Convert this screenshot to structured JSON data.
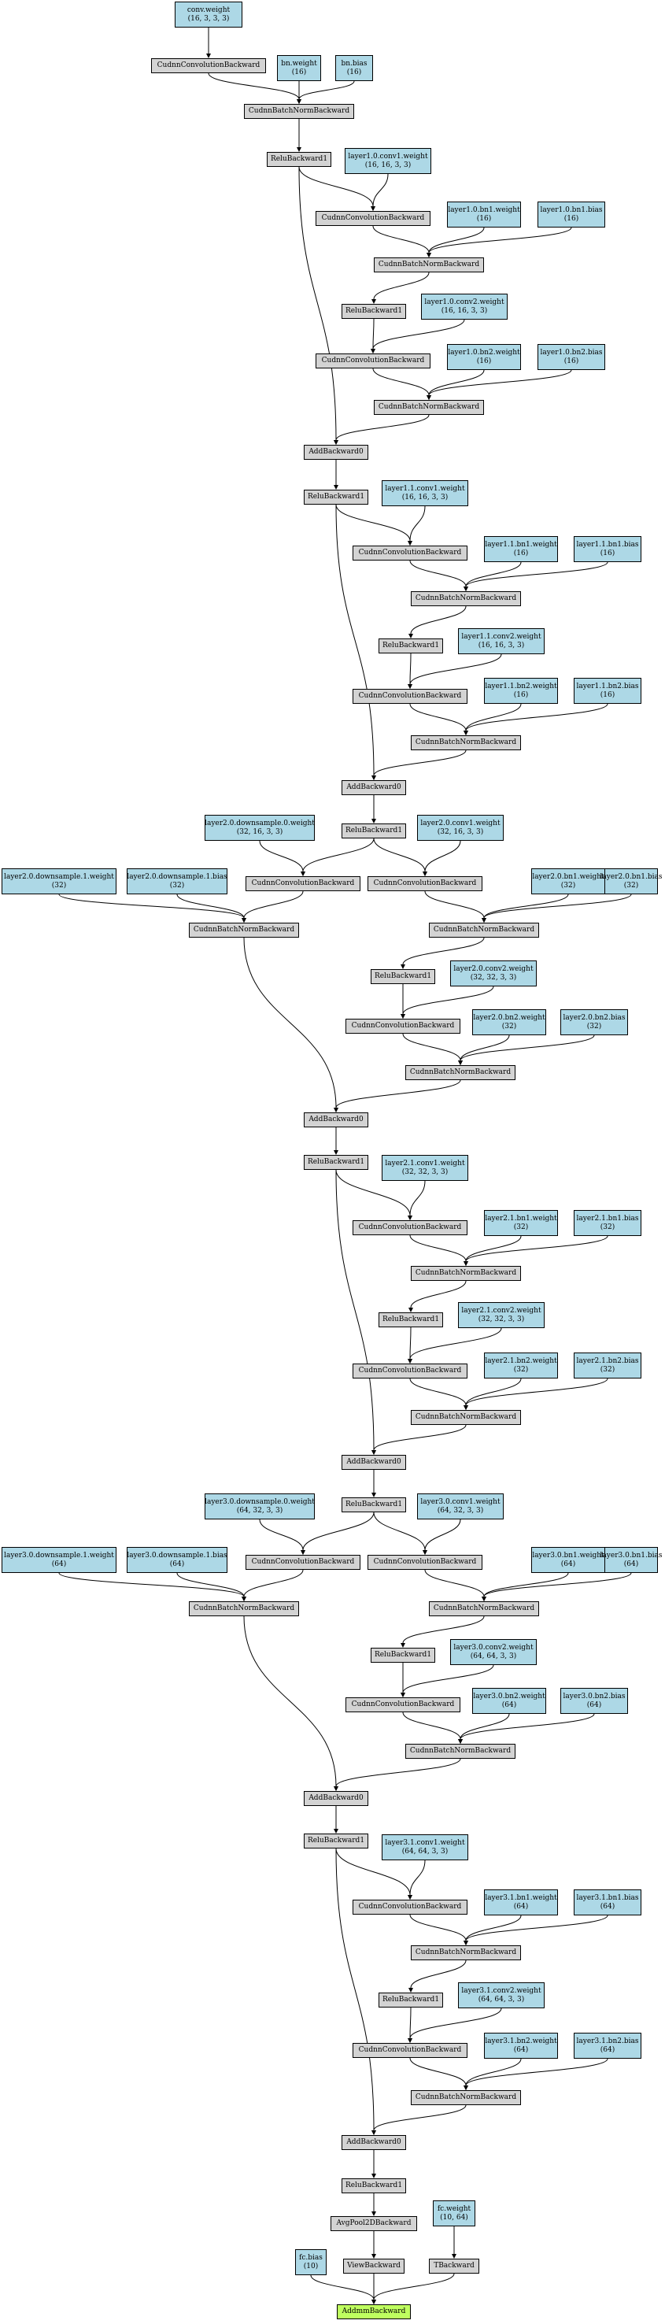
{
  "nodes": [
    {
      "id": "conv1w",
      "kind": "param",
      "lines": [
        "conv.weight",
        "(16, 3, 3, 3)"
      ]
    },
    {
      "id": "c0",
      "kind": "op",
      "lines": [
        "CudnnConvolutionBackward"
      ]
    },
    {
      "id": "bnw",
      "kind": "param",
      "lines": [
        "bn.weight",
        "(16)"
      ]
    },
    {
      "id": "bnb",
      "kind": "param",
      "lines": [
        "bn.bias",
        "(16)"
      ]
    },
    {
      "id": "b0",
      "kind": "op",
      "lines": [
        "CudnnBatchNormBackward"
      ]
    },
    {
      "id": "r0",
      "kind": "op",
      "lines": [
        "ReluBackward1"
      ]
    },
    {
      "id": "l10c1w",
      "kind": "param",
      "lines": [
        "layer1.0.conv1.weight",
        "(16, 16, 3, 3)"
      ]
    },
    {
      "id": "l10c1",
      "kind": "op",
      "lines": [
        "CudnnConvolutionBackward"
      ]
    },
    {
      "id": "l10bn1w",
      "kind": "param",
      "lines": [
        "layer1.0.bn1.weight",
        "(16)"
      ]
    },
    {
      "id": "l10bn1b",
      "kind": "param",
      "lines": [
        "layer1.0.bn1.bias",
        "(16)"
      ]
    },
    {
      "id": "l10b1",
      "kind": "op",
      "lines": [
        "CudnnBatchNormBackward"
      ]
    },
    {
      "id": "l10r",
      "kind": "op",
      "lines": [
        "ReluBackward1"
      ]
    },
    {
      "id": "l10c2w",
      "kind": "param",
      "lines": [
        "layer1.0.conv2.weight",
        "(16, 16, 3, 3)"
      ]
    },
    {
      "id": "l10c2",
      "kind": "op",
      "lines": [
        "CudnnConvolutionBackward"
      ]
    },
    {
      "id": "l10bn2w",
      "kind": "param",
      "lines": [
        "layer1.0.bn2.weight",
        "(16)"
      ]
    },
    {
      "id": "l10bn2b",
      "kind": "param",
      "lines": [
        "layer1.0.bn2.bias",
        "(16)"
      ]
    },
    {
      "id": "l10b2",
      "kind": "op",
      "lines": [
        "CudnnBatchNormBackward"
      ]
    },
    {
      "id": "a1",
      "kind": "op",
      "lines": [
        "AddBackward0"
      ]
    },
    {
      "id": "r1",
      "kind": "op",
      "lines": [
        "ReluBackward1"
      ]
    },
    {
      "id": "l11c1w",
      "kind": "param",
      "lines": [
        "layer1.1.conv1.weight",
        "(16, 16, 3, 3)"
      ]
    },
    {
      "id": "l11c1",
      "kind": "op",
      "lines": [
        "CudnnConvolutionBackward"
      ]
    },
    {
      "id": "l11bn1w",
      "kind": "param",
      "lines": [
        "layer1.1.bn1.weight",
        "(16)"
      ]
    },
    {
      "id": "l11bn1b",
      "kind": "param",
      "lines": [
        "layer1.1.bn1.bias",
        "(16)"
      ]
    },
    {
      "id": "l11b1",
      "kind": "op",
      "lines": [
        "CudnnBatchNormBackward"
      ]
    },
    {
      "id": "l11r",
      "kind": "op",
      "lines": [
        "ReluBackward1"
      ]
    },
    {
      "id": "l11c2w",
      "kind": "param",
      "lines": [
        "layer1.1.conv2.weight",
        "(16, 16, 3, 3)"
      ]
    },
    {
      "id": "l11c2",
      "kind": "op",
      "lines": [
        "CudnnConvolutionBackward"
      ]
    },
    {
      "id": "l11bn2w",
      "kind": "param",
      "lines": [
        "layer1.1.bn2.weight",
        "(16)"
      ]
    },
    {
      "id": "l11bn2b",
      "kind": "param",
      "lines": [
        "layer1.1.bn2.bias",
        "(16)"
      ]
    },
    {
      "id": "l11b2",
      "kind": "op",
      "lines": [
        "CudnnBatchNormBackward"
      ]
    },
    {
      "id": "a2",
      "kind": "op",
      "lines": [
        "AddBackward0"
      ]
    },
    {
      "id": "r2",
      "kind": "op",
      "lines": [
        "ReluBackward1"
      ]
    },
    {
      "id": "l20ds0w",
      "kind": "param",
      "lines": [
        "layer2.0.downsample.0.weight",
        "(32, 16, 3, 3)"
      ]
    },
    {
      "id": "l20c1w",
      "kind": "param",
      "lines": [
        "layer2.0.conv1.weight",
        "(32, 16, 3, 3)"
      ]
    },
    {
      "id": "l20ds1w",
      "kind": "param",
      "lines": [
        "layer2.0.downsample.1.weight",
        "(32)"
      ]
    },
    {
      "id": "l20ds1b",
      "kind": "param",
      "lines": [
        "layer2.0.downsample.1.bias",
        "(32)"
      ]
    },
    {
      "id": "l20dsc",
      "kind": "op",
      "lines": [
        "CudnnConvolutionBackward"
      ]
    },
    {
      "id": "l20c1",
      "kind": "op",
      "lines": [
        "CudnnConvolutionBackward"
      ]
    },
    {
      "id": "l20bn1w",
      "kind": "param",
      "lines": [
        "layer2.0.bn1.weight",
        "(32)"
      ]
    },
    {
      "id": "l20bn1b",
      "kind": "param",
      "lines": [
        "layer2.0.bn1.bias",
        "(32)"
      ]
    },
    {
      "id": "l20dsb",
      "kind": "op",
      "lines": [
        "CudnnBatchNormBackward"
      ]
    },
    {
      "id": "l20b1",
      "kind": "op",
      "lines": [
        "CudnnBatchNormBackward"
      ]
    },
    {
      "id": "l20r",
      "kind": "op",
      "lines": [
        "ReluBackward1"
      ]
    },
    {
      "id": "l20c2w",
      "kind": "param",
      "lines": [
        "layer2.0.conv2.weight",
        "(32, 32, 3, 3)"
      ]
    },
    {
      "id": "l20c2",
      "kind": "op",
      "lines": [
        "CudnnConvolutionBackward"
      ]
    },
    {
      "id": "l20bn2w",
      "kind": "param",
      "lines": [
        "layer2.0.bn2.weight",
        "(32)"
      ]
    },
    {
      "id": "l20bn2b",
      "kind": "param",
      "lines": [
        "layer2.0.bn2.bias",
        "(32)"
      ]
    },
    {
      "id": "l20b2",
      "kind": "op",
      "lines": [
        "CudnnBatchNormBackward"
      ]
    },
    {
      "id": "a3",
      "kind": "op",
      "lines": [
        "AddBackward0"
      ]
    },
    {
      "id": "r3",
      "kind": "op",
      "lines": [
        "ReluBackward1"
      ]
    },
    {
      "id": "l21c1w",
      "kind": "param",
      "lines": [
        "layer2.1.conv1.weight",
        "(32, 32, 3, 3)"
      ]
    },
    {
      "id": "l21c1",
      "kind": "op",
      "lines": [
        "CudnnConvolutionBackward"
      ]
    },
    {
      "id": "l21bn1w",
      "kind": "param",
      "lines": [
        "layer2.1.bn1.weight",
        "(32)"
      ]
    },
    {
      "id": "l21bn1b",
      "kind": "param",
      "lines": [
        "layer2.1.bn1.bias",
        "(32)"
      ]
    },
    {
      "id": "l21b1",
      "kind": "op",
      "lines": [
        "CudnnBatchNormBackward"
      ]
    },
    {
      "id": "l21r",
      "kind": "op",
      "lines": [
        "ReluBackward1"
      ]
    },
    {
      "id": "l21c2w",
      "kind": "param",
      "lines": [
        "layer2.1.conv2.weight",
        "(32, 32, 3, 3)"
      ]
    },
    {
      "id": "l21c2",
      "kind": "op",
      "lines": [
        "CudnnConvolutionBackward"
      ]
    },
    {
      "id": "l21bn2w",
      "kind": "param",
      "lines": [
        "layer2.1.bn2.weight",
        "(32)"
      ]
    },
    {
      "id": "l21bn2b",
      "kind": "param",
      "lines": [
        "layer2.1.bn2.bias",
        "(32)"
      ]
    },
    {
      "id": "l21b2",
      "kind": "op",
      "lines": [
        "CudnnBatchNormBackward"
      ]
    },
    {
      "id": "a4",
      "kind": "op",
      "lines": [
        "AddBackward0"
      ]
    },
    {
      "id": "r4",
      "kind": "op",
      "lines": [
        "ReluBackward1"
      ]
    },
    {
      "id": "l30ds0w",
      "kind": "param",
      "lines": [
        "layer3.0.downsample.0.weight",
        "(64, 32, 3, 3)"
      ]
    },
    {
      "id": "l30c1w",
      "kind": "param",
      "lines": [
        "layer3.0.conv1.weight",
        "(64, 32, 3, 3)"
      ]
    },
    {
      "id": "l30ds1w",
      "kind": "param",
      "lines": [
        "layer3.0.downsample.1.weight",
        "(64)"
      ]
    },
    {
      "id": "l30ds1b",
      "kind": "param",
      "lines": [
        "layer3.0.downsample.1.bias",
        "(64)"
      ]
    },
    {
      "id": "l30dsc",
      "kind": "op",
      "lines": [
        "CudnnConvolutionBackward"
      ]
    },
    {
      "id": "l30c1",
      "kind": "op",
      "lines": [
        "CudnnConvolutionBackward"
      ]
    },
    {
      "id": "l30bn1w",
      "kind": "param",
      "lines": [
        "layer3.0.bn1.weight",
        "(64)"
      ]
    },
    {
      "id": "l30bn1b",
      "kind": "param",
      "lines": [
        "layer3.0.bn1.bias",
        "(64)"
      ]
    },
    {
      "id": "l30dsb",
      "kind": "op",
      "lines": [
        "CudnnBatchNormBackward"
      ]
    },
    {
      "id": "l30b1",
      "kind": "op",
      "lines": [
        "CudnnBatchNormBackward"
      ]
    },
    {
      "id": "l30r",
      "kind": "op",
      "lines": [
        "ReluBackward1"
      ]
    },
    {
      "id": "l30c2w",
      "kind": "param",
      "lines": [
        "layer3.0.conv2.weight",
        "(64, 64, 3, 3)"
      ]
    },
    {
      "id": "l30c2",
      "kind": "op",
      "lines": [
        "CudnnConvolutionBackward"
      ]
    },
    {
      "id": "l30bn2w",
      "kind": "param",
      "lines": [
        "layer3.0.bn2.weight",
        "(64)"
      ]
    },
    {
      "id": "l30bn2b",
      "kind": "param",
      "lines": [
        "layer3.0.bn2.bias",
        "(64)"
      ]
    },
    {
      "id": "l30b2",
      "kind": "op",
      "lines": [
        "CudnnBatchNormBackward"
      ]
    },
    {
      "id": "a5",
      "kind": "op",
      "lines": [
        "AddBackward0"
      ]
    },
    {
      "id": "r5",
      "kind": "op",
      "lines": [
        "ReluBackward1"
      ]
    },
    {
      "id": "l31c1w",
      "kind": "param",
      "lines": [
        "layer3.1.conv1.weight",
        "(64, 64, 3, 3)"
      ]
    },
    {
      "id": "l31c1",
      "kind": "op",
      "lines": [
        "CudnnConvolutionBackward"
      ]
    },
    {
      "id": "l31bn1w",
      "kind": "param",
      "lines": [
        "layer3.1.bn1.weight",
        "(64)"
      ]
    },
    {
      "id": "l31bn1b",
      "kind": "param",
      "lines": [
        "layer3.1.bn1.bias",
        "(64)"
      ]
    },
    {
      "id": "l31b1",
      "kind": "op",
      "lines": [
        "CudnnBatchNormBackward"
      ]
    },
    {
      "id": "l31r",
      "kind": "op",
      "lines": [
        "ReluBackward1"
      ]
    },
    {
      "id": "l31c2w",
      "kind": "param",
      "lines": [
        "layer3.1.conv2.weight",
        "(64, 64, 3, 3)"
      ]
    },
    {
      "id": "l31c2",
      "kind": "op",
      "lines": [
        "CudnnConvolutionBackward"
      ]
    },
    {
      "id": "l31bn2w",
      "kind": "param",
      "lines": [
        "layer3.1.bn2.weight",
        "(64)"
      ]
    },
    {
      "id": "l31bn2b",
      "kind": "param",
      "lines": [
        "layer3.1.bn2.bias",
        "(64)"
      ]
    },
    {
      "id": "l31b2",
      "kind": "op",
      "lines": [
        "CudnnBatchNormBackward"
      ]
    },
    {
      "id": "a6",
      "kind": "op",
      "lines": [
        "AddBackward0"
      ]
    },
    {
      "id": "r6",
      "kind": "op",
      "lines": [
        "ReluBackward1"
      ]
    },
    {
      "id": "fcw",
      "kind": "param",
      "lines": [
        "fc.weight",
        "(10, 64)"
      ]
    },
    {
      "id": "pool",
      "kind": "op",
      "lines": [
        "AvgPool2DBackward"
      ]
    },
    {
      "id": "fcb",
      "kind": "param",
      "lines": [
        "fc.bias",
        "(10)"
      ]
    },
    {
      "id": "view",
      "kind": "op",
      "lines": [
        "ViewBackward"
      ]
    },
    {
      "id": "tb",
      "kind": "op",
      "lines": [
        "TBackward"
      ]
    },
    {
      "id": "addmm",
      "kind": "out",
      "lines": [
        "AddmmBackward"
      ]
    }
  ],
  "edges": [
    [
      "conv1w",
      "c0"
    ],
    [
      "c0",
      "b0"
    ],
    [
      "bnw",
      "b0"
    ],
    [
      "bnb",
      "b0"
    ],
    [
      "b0",
      "r0"
    ],
    [
      "r0",
      "l10c1"
    ],
    [
      "l10c1w",
      "l10c1"
    ],
    [
      "l10c1",
      "l10b1"
    ],
    [
      "l10bn1w",
      "l10b1"
    ],
    [
      "l10bn1b",
      "l10b1"
    ],
    [
      "l10b1",
      "l10r"
    ],
    [
      "l10r",
      "l10c2"
    ],
    [
      "l10c2w",
      "l10c2"
    ],
    [
      "l10c2",
      "l10b2"
    ],
    [
      "l10bn2w",
      "l10b2"
    ],
    [
      "l10bn2b",
      "l10b2"
    ],
    [
      "l10b2",
      "a1"
    ],
    [
      "r0",
      "a1"
    ],
    [
      "a1",
      "r1"
    ],
    [
      "r1",
      "l11c1"
    ],
    [
      "l11c1w",
      "l11c1"
    ],
    [
      "l11c1",
      "l11b1"
    ],
    [
      "l11bn1w",
      "l11b1"
    ],
    [
      "l11bn1b",
      "l11b1"
    ],
    [
      "l11b1",
      "l11r"
    ],
    [
      "l11r",
      "l11c2"
    ],
    [
      "l11c2w",
      "l11c2"
    ],
    [
      "l11c2",
      "l11b2"
    ],
    [
      "l11bn2w",
      "l11b2"
    ],
    [
      "l11bn2b",
      "l11b2"
    ],
    [
      "l11b2",
      "a2"
    ],
    [
      "r1",
      "a2"
    ],
    [
      "a2",
      "r2"
    ],
    [
      "r2",
      "l20dsc"
    ],
    [
      "l20ds0w",
      "l20dsc"
    ],
    [
      "r2",
      "l20c1"
    ],
    [
      "l20c1w",
      "l20c1"
    ],
    [
      "l20dsc",
      "l20dsb"
    ],
    [
      "l20ds1w",
      "l20dsb"
    ],
    [
      "l20ds1b",
      "l20dsb"
    ],
    [
      "l20c1",
      "l20b1"
    ],
    [
      "l20bn1w",
      "l20b1"
    ],
    [
      "l20bn1b",
      "l20b1"
    ],
    [
      "l20b1",
      "l20r"
    ],
    [
      "l20r",
      "l20c2"
    ],
    [
      "l20c2w",
      "l20c2"
    ],
    [
      "l20c2",
      "l20b2"
    ],
    [
      "l20bn2w",
      "l20b2"
    ],
    [
      "l20bn2b",
      "l20b2"
    ],
    [
      "l20dsb",
      "a3"
    ],
    [
      "l20b2",
      "a3"
    ],
    [
      "a3",
      "r3"
    ],
    [
      "r3",
      "l21c1"
    ],
    [
      "l21c1w",
      "l21c1"
    ],
    [
      "l21c1",
      "l21b1"
    ],
    [
      "l21bn1w",
      "l21b1"
    ],
    [
      "l21bn1b",
      "l21b1"
    ],
    [
      "l21b1",
      "l21r"
    ],
    [
      "l21r",
      "l21c2"
    ],
    [
      "l21c2w",
      "l21c2"
    ],
    [
      "l21c2",
      "l21b2"
    ],
    [
      "l21bn2w",
      "l21b2"
    ],
    [
      "l21bn2b",
      "l21b2"
    ],
    [
      "l21b2",
      "a4"
    ],
    [
      "r3",
      "a4"
    ],
    [
      "a4",
      "r4"
    ],
    [
      "r4",
      "l30dsc"
    ],
    [
      "l30ds0w",
      "l30dsc"
    ],
    [
      "r4",
      "l30c1"
    ],
    [
      "l30c1w",
      "l30c1"
    ],
    [
      "l30dsc",
      "l30dsb"
    ],
    [
      "l30ds1w",
      "l30dsb"
    ],
    [
      "l30ds1b",
      "l30dsb"
    ],
    [
      "l30c1",
      "l30b1"
    ],
    [
      "l30bn1w",
      "l30b1"
    ],
    [
      "l30bn1b",
      "l30b1"
    ],
    [
      "l30b1",
      "l30r"
    ],
    [
      "l30r",
      "l30c2"
    ],
    [
      "l30c2w",
      "l30c2"
    ],
    [
      "l30c2",
      "l30b2"
    ],
    [
      "l30bn2w",
      "l30b2"
    ],
    [
      "l30bn2b",
      "l30b2"
    ],
    [
      "l30dsb",
      "a5"
    ],
    [
      "l30b2",
      "a5"
    ],
    [
      "a5",
      "r5"
    ],
    [
      "r5",
      "l31c1"
    ],
    [
      "l31c1w",
      "l31c1"
    ],
    [
      "l31c1",
      "l31b1"
    ],
    [
      "l31bn1w",
      "l31b1"
    ],
    [
      "l31bn1b",
      "l31b1"
    ],
    [
      "l31b1",
      "l31r"
    ],
    [
      "l31r",
      "l31c2"
    ],
    [
      "l31c2w",
      "l31c2"
    ],
    [
      "l31c2",
      "l31b2"
    ],
    [
      "l31bn2w",
      "l31b2"
    ],
    [
      "l31bn2b",
      "l31b2"
    ],
    [
      "l31b2",
      "a6"
    ],
    [
      "r5",
      "a6"
    ],
    [
      "a6",
      "r6"
    ],
    [
      "r6",
      "pool"
    ],
    [
      "pool",
      "view"
    ],
    [
      "fcw",
      "tb"
    ],
    [
      "fcb",
      "addmm"
    ],
    [
      "view",
      "addmm"
    ],
    [
      "tb",
      "addmm"
    ]
  ],
  "colors": {
    "op": "#d3d3d3",
    "param": "#add8e6",
    "output": "#bfff5f"
  }
}
